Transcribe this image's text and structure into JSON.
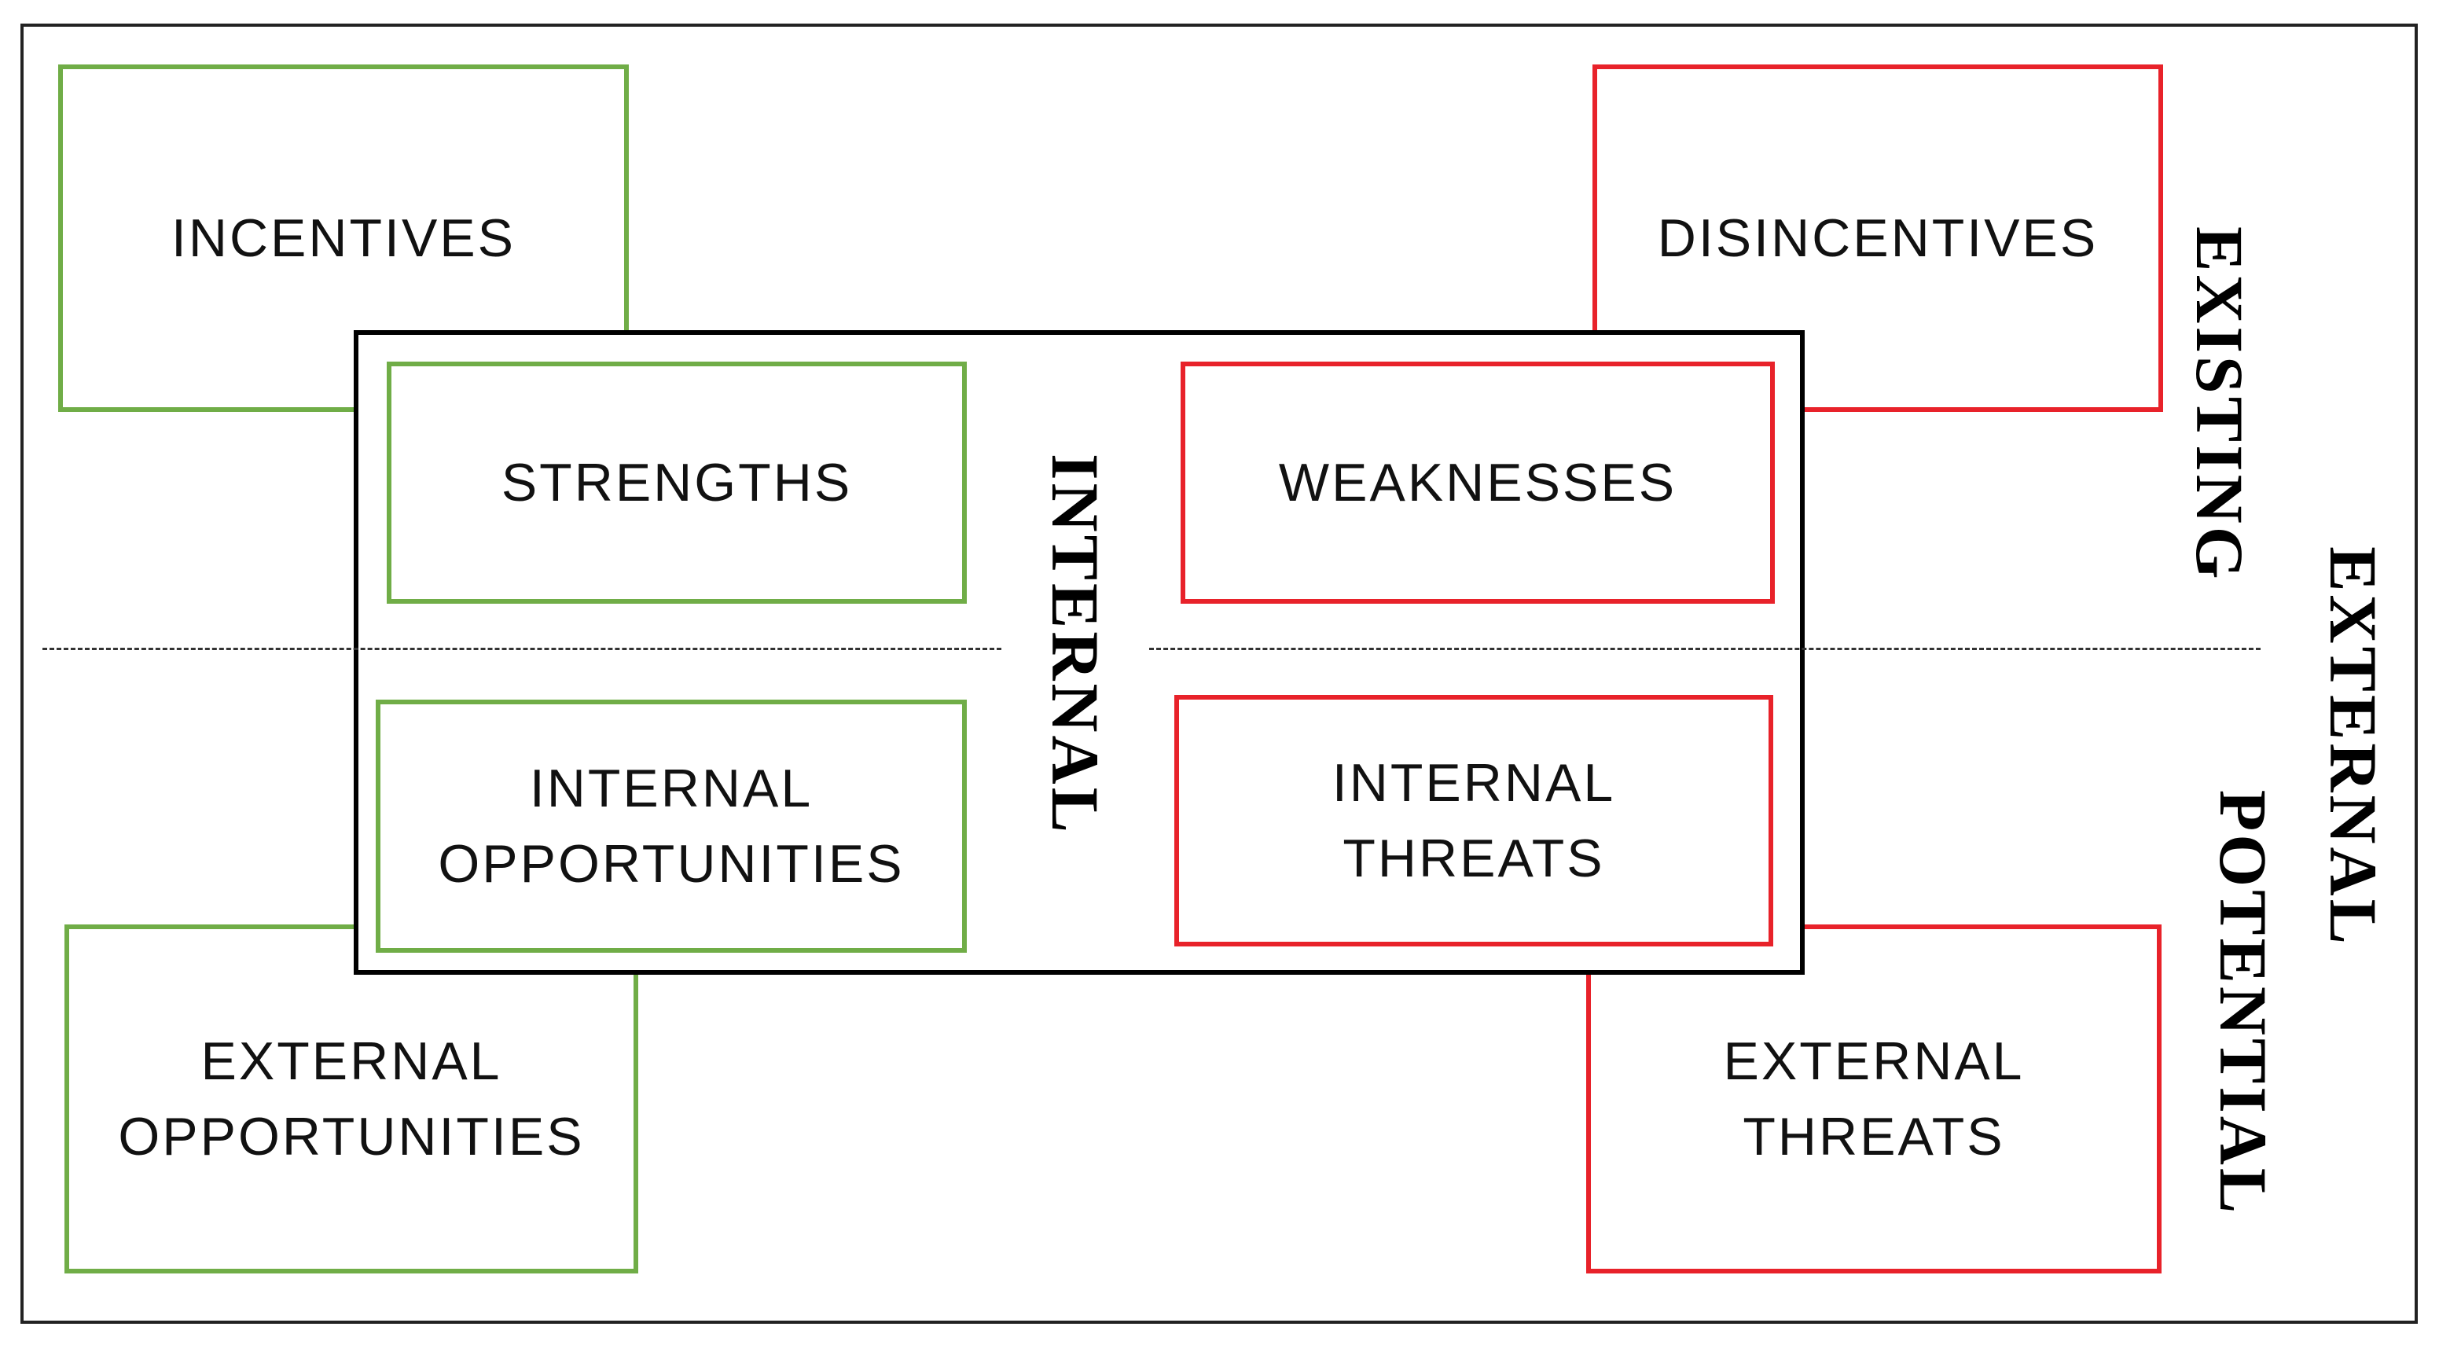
{
  "outer": {
    "incentives": "INCENTIVES",
    "disincentives": "DISINCENTIVES",
    "external_opportunities": [
      "EXTERNAL",
      "OPPORTUNITIES"
    ],
    "external_threats": [
      "EXTERNAL",
      "THREATS"
    ]
  },
  "inner": {
    "strengths": "STRENGTHS",
    "weaknesses": "WEAKNESSES",
    "internal_opportunities": [
      "INTERNAL",
      "OPPORTUNITIES"
    ],
    "internal_threats": [
      "INTERNAL",
      "THREATS"
    ]
  },
  "axis_labels": {
    "internal": "INTERNAL",
    "existing": "EXISTING",
    "potential": "POTENTIAL",
    "external": "EXTERNAL"
  },
  "colors": {
    "positive": "#70ad47",
    "negative": "#e8222a",
    "frame": "#000000"
  }
}
